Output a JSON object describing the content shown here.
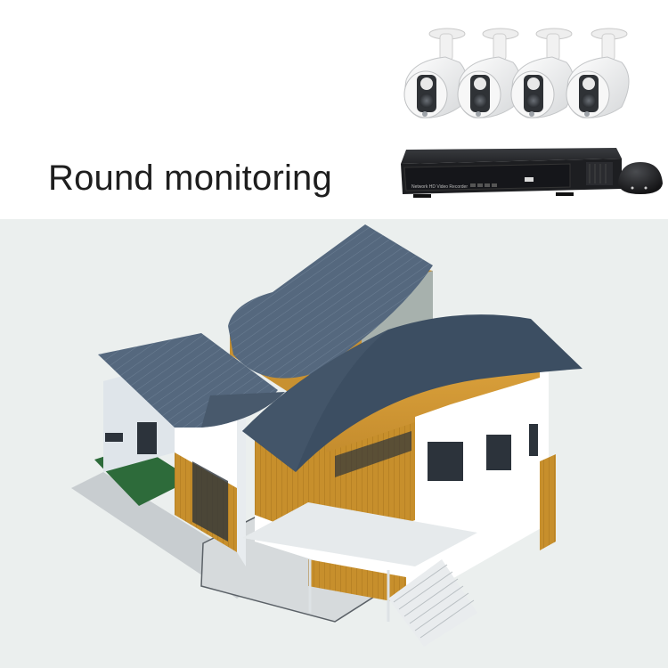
{
  "headline": {
    "text": "Round monitoring"
  },
  "products": {
    "cameras": {
      "count": 4,
      "type": "bullet-camera",
      "color": "#f4f4f4"
    },
    "dvr": {
      "label": "Network HD Video Recorder",
      "color": "#1f2022"
    },
    "receiver": {
      "type": "dome-receiver",
      "color": "#1c1c1e"
    }
  },
  "illustration": {
    "subject": "modern-house",
    "colors": {
      "roof": "#3c4e62",
      "roof_light": "#566a80",
      "wood": "#c9922e",
      "wall": "#ffffff",
      "wall_side": "#dfe5ea",
      "glass": "#2c333b",
      "lawn": "#2d6b3a",
      "pavement": "#c5cacd"
    }
  },
  "colors": {
    "top_background": "#ffffff",
    "bottom_background": "#ebefee",
    "text": "#1e1e1e"
  }
}
